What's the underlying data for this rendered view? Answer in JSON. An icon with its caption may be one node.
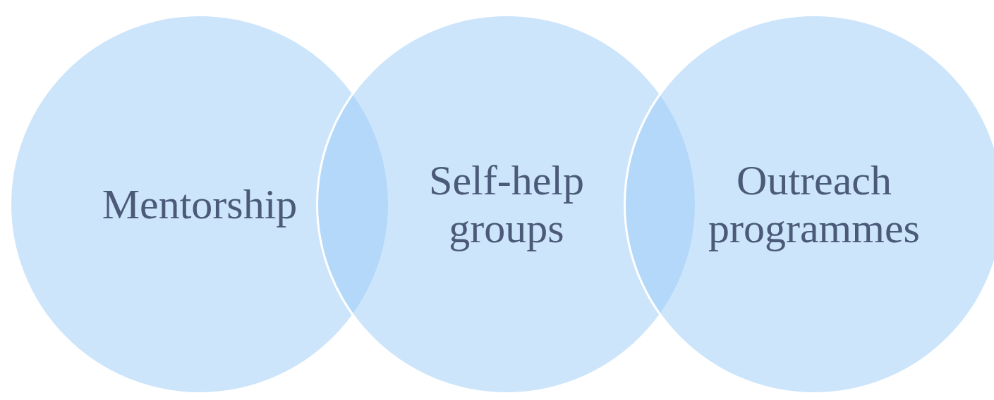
{
  "diagram": {
    "nodes": [
      {
        "text": [
          "Mentorship"
        ]
      },
      {
        "text": [
          "Self-help groups"
        ]
      },
      {
        "text": [
          "Outreach programmes"
        ]
      }
    ]
  }
}
